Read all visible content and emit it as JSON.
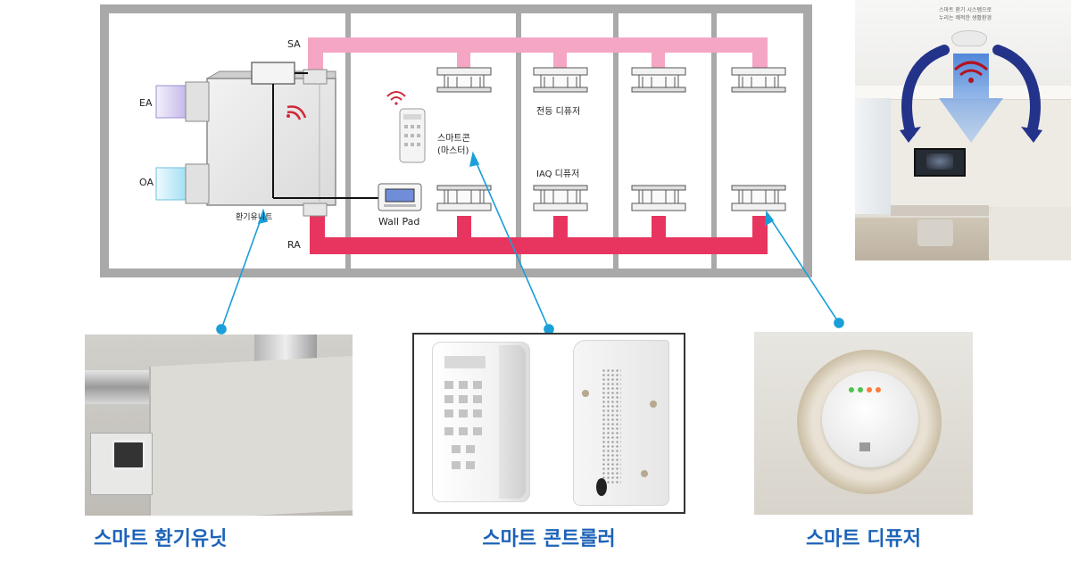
{
  "diagram": {
    "labels": {
      "sa": "SA",
      "ra": "RA",
      "ea": "EA",
      "oa": "OA",
      "unit": "환기유니트",
      "wallpad": "Wall Pad",
      "smartcon_line1": "스마트콘",
      "smartcon_line2": "(마스터)",
      "lighting_diffuser": "전등 디퓨저",
      "iaq_diffuser": "IAQ 디퓨저"
    },
    "colors": {
      "sa_duct": "#f4a6c4",
      "ra_duct": "#e8355f",
      "frame": "#a9a9a9",
      "callout": "#1a9fd8",
      "caption": "#1d63b8"
    }
  },
  "room_photo": {
    "text_line1": "스마트 환기 시스템으로",
    "text_line2": "누리는 쾌적한 생활환경"
  },
  "captions": {
    "unit": "스마트 환기유닛",
    "controller": "스마트 콘트롤러",
    "diffuser": "스마트 디퓨저"
  }
}
